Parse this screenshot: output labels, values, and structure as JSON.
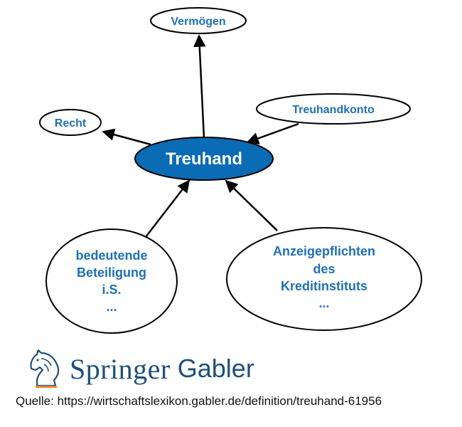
{
  "diagram": {
    "center": "Treuhand",
    "nodes": {
      "vermoegen": "Vermögen",
      "recht": "Recht",
      "treuhandkonto": "Treuhandkonto",
      "beteiligung": [
        "bedeutende",
        "Beteiligung",
        "i.S.",
        "..."
      ],
      "anzeigepflichten": [
        "Anzeigepflichten",
        "des",
        "Kreditinstituts",
        "..."
      ]
    },
    "colors": {
      "center_fill": "#0b6cb6",
      "text": "#1f6fb8",
      "stroke": "#000000"
    }
  },
  "logo": {
    "word1": "Springer",
    "word2": "Gabler",
    "icon": "knight-horse-icon"
  },
  "source": "Quelle: https://wirtschaftslexikon.gabler.de/definition/treuhand-61956"
}
